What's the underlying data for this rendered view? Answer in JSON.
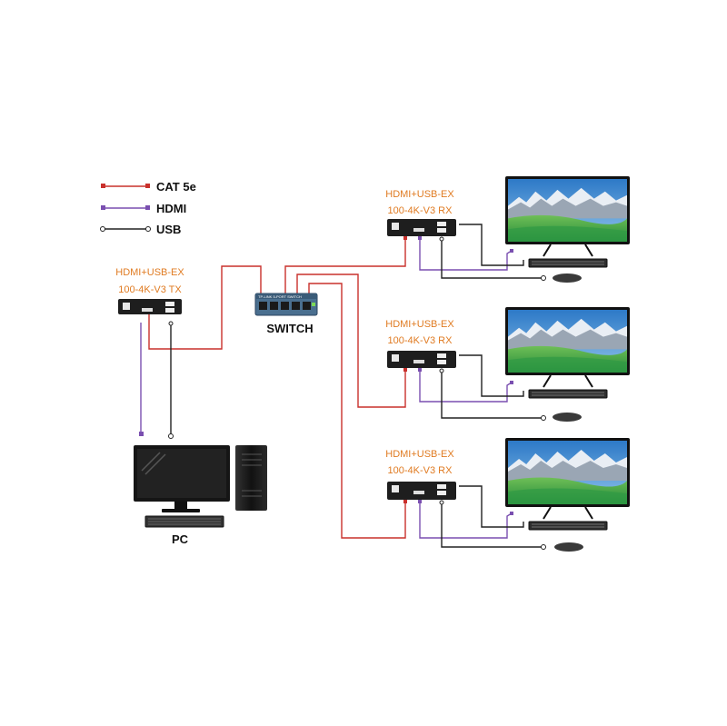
{
  "legend": [
    {
      "label": "CAT 5e",
      "color": "#c9302c"
    },
    {
      "label": "HDMI",
      "color": "#7a4fb0"
    },
    {
      "label": "USB",
      "color": "#222222"
    }
  ],
  "transmitter": {
    "line1": "HDMI+USB-EX",
    "line2": "100-4K-V3 TX"
  },
  "switch": {
    "label": "SWITCH",
    "brand": "TP-LINK 5-PORT SWITCH"
  },
  "pc": {
    "label": "PC"
  },
  "receivers": [
    {
      "line1": "HDMI+USB-EX",
      "line2": "100-4K-V3 RX"
    },
    {
      "line1": "HDMI+USB-EX",
      "line2": "100-4K-V3 RX"
    },
    {
      "line1": "HDMI+USB-EX",
      "line2": "100-4K-V3 RX"
    }
  ],
  "colors": {
    "cat5e": "#c9302c",
    "hdmi": "#7a4fb0",
    "usb": "#222222",
    "label": "#e07b22",
    "device": "#1e1e1e",
    "switch_body": "#4a6f8f"
  }
}
